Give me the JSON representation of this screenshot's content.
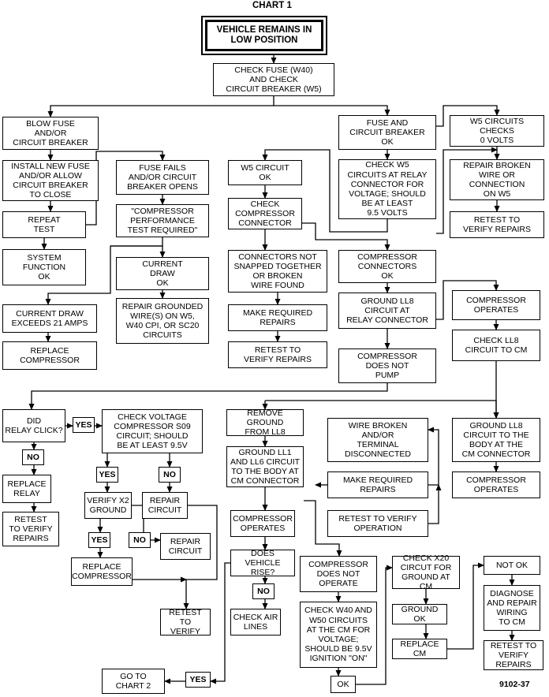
{
  "chart_label": "CHART 1",
  "title": "VEHICLE REMAINS IN\nLOW POSITION",
  "figure_id": "9102-37",
  "boxes": {
    "check_fuse": "CHECK FUSE (W40)\nAND CHECK\nCIRCUIT BREAKER (W5)",
    "blow_fuse": "BLOW FUSE\nAND/OR\nCIRCUIT BREAKER",
    "fuse_ok": "FUSE AND\nCIRCUIT BREAKER\nOK",
    "w5_zero": "W5 CIRCUITS\nCHECKS\n0 VOLTS",
    "install_fuse": "INSTALL NEW FUSE\nAND/OR ALLOW\nCIRCUIT BREAKER\nTO CLOSE",
    "fuse_fails": "FUSE FAILS\nAND/OR CIRCUIT\nBREAKER OPENS",
    "w5_ok": "W5 CIRCUIT\nOK",
    "check_w5_relay": "CHECK W5\nCIRCUITS AT RELAY\nCONNECTOR FOR\nVOLTAGE; SHOULD\nBE AT LEAST\n9.5 VOLTS",
    "repair_broken_w5": "REPAIR BROKEN\nWIRE OR\nCONNECTION\nON W5",
    "repeat_test": "REPEAT\nTEST",
    "perf_test": "\"COMPRESSOR\nPERFORMANCE\nTEST REQUIRED\"",
    "check_comp_conn": "CHECK\nCOMPRESSOR\nCONNECTOR",
    "retest_w5": "RETEST TO\nVERIFY REPAIRS",
    "system_ok": "SYSTEM\nFUNCTION\nOK",
    "current_draw_ok": "CURRENT\nDRAW\nOK",
    "conn_not_snapped": "CONNECTORS NOT\nSNAPPED TOGETHER\nOR BROKEN\nWIRE FOUND",
    "comp_conn_ok": "COMPRESSOR\nCONNECTORS\nOK",
    "comp_operates_1": "COMPRESSOR\nOPERATES",
    "current_exceeds": "CURRENT DRAW\nEXCEEDS 21 AMPS",
    "repair_grounded": "REPAIR GROUNDED\nWIRE(S) ON W5,\nW40 CPI, OR SC20\nCIRCUITS",
    "make_repairs_1": "MAKE REQUIRED\nREPAIRS",
    "ground_ll8_relay": "GROUND LL8\nCIRCUIT AT\nRELAY CONNECTOR",
    "check_ll8_cm": "CHECK LL8\nCIRCUIT TO CM",
    "replace_comp_1": "REPLACE\nCOMPRESSOR",
    "retest_1": "RETEST TO\nVERIFY REPAIRS",
    "comp_no_pump": "COMPRESSOR\nDOES NOT\nPUMP",
    "did_relay_click": "DID\nRELAY CLICK?",
    "check_voltage_s09": "CHECK VOLTAGE\nCOMPRESSOR S09\nCIRCUIT; SHOULD\nBE AT LEAST 9.5V",
    "remove_ground_ll8": "REMOVE GROUND\nFROM LL8",
    "wire_broken": "WIRE BROKEN\nAND/OR\nTERMINAL\nDISCONNECTED",
    "ground_ll8_body": "GROUND LL8\nCIRCUIT TO THE\nBODY AT THE\nCM CONNECTOR",
    "ground_ll1": "GROUND LL1\nAND LL6 CIRCUIT\nTO THE BODY AT\nCM CONNECTOR",
    "make_repairs_2": "MAKE REQUIRED\nREPAIRS",
    "comp_operates_2": "COMPRESSOR\nOPERATES",
    "replace_relay": "REPLACE\nRELAY",
    "verify_x2": "VERIFY X2\nGROUND",
    "repair_circuit_1": "REPAIR\nCIRCUIT",
    "retest_relay": "RETEST\nTO VERIFY\nREPAIRS",
    "retest_operation": "RETEST TO VERIFY\nOPERATION",
    "comp_operates_3": "COMPRESSOR\nOPERATES",
    "repair_circuit_2": "REPAIR\nCIRCUIT",
    "replace_comp_2": "REPLACE\nCOMPRESSOR",
    "does_vehicle_rise": "DOES VEHICLE\nRISE?",
    "comp_not_operate": "COMPRESSOR\nDOES NOT\nOPERATE",
    "check_x20": "CHECK X20\nCIRCUT FOR\nGROUND AT CM",
    "not_ok": "NOT OK",
    "diagnose_repair": "DIAGNOSE\nAND REPAIR\nWIRING\nTO CM",
    "check_w40_w50": "CHECK W40 AND\nW50 CIRCUITS\nAT THE CM FOR\nVOLTAGE;\nSHOULD BE 9.5V\nIGNITION \"ON\"",
    "ground_ok": "GROUND OK",
    "replace_cm": "REPLACE CM",
    "retest_cm": "RETEST TO\nVERIFY REPAIRS",
    "retest_verify": "RETEST TO\nVERIFY",
    "check_air_lines": "CHECK AIR\nLINES",
    "go_to_chart2": "GO TO\nCHART 2",
    "ok_final": "OK"
  },
  "answers": {
    "yes_relay": "YES",
    "no_relay": "NO",
    "yes_volt": "YES",
    "no_volt": "NO",
    "yes_x2": "YES",
    "no_x2": "NO",
    "no_rise": "NO",
    "yes_rise": "YES"
  }
}
